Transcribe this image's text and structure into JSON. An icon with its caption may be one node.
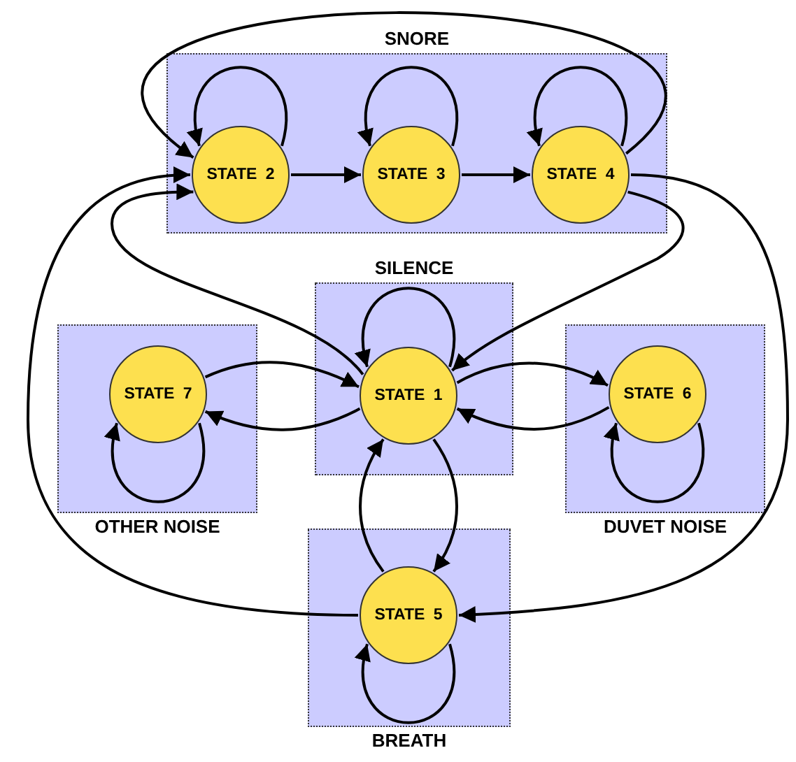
{
  "diagram": {
    "nodes": [
      {
        "text": [
          "SNORE"
        ]
      },
      {
        "text": [
          "STATE 2"
        ],
        "in": 0
      },
      {
        "text": [
          "STATE 3"
        ],
        "in": 0
      },
      {
        "text": [
          "STATE 4"
        ],
        "in": 0
      },
      {
        "text": [
          "SILENCE"
        ]
      },
      {
        "text": [
          "STATE 1"
        ],
        "in": 4
      },
      {
        "text": [
          "OTHER NOISE"
        ]
      },
      {
        "text": [
          "STATE 7"
        ],
        "in": 6
      },
      {
        "text": [
          "DUVET NOISE"
        ]
      },
      {
        "text": [
          "STATE 6"
        ],
        "in": 8
      },
      {
        "text": [
          "BREATH"
        ]
      },
      {
        "text": [
          "STATE 5"
        ],
        "in": 10
      }
    ],
    "edges": [
      {
        "from": 1,
        "to": 1,
        "arrow": "to"
      },
      {
        "from": 2,
        "to": 2,
        "arrow": "to"
      },
      {
        "from": 3,
        "to": 3,
        "arrow": "to"
      },
      {
        "from": 1,
        "to": 2,
        "arrow": "to"
      },
      {
        "from": 2,
        "to": 3,
        "arrow": "to"
      },
      {
        "from": 3,
        "to": 1,
        "arrow": "to"
      },
      {
        "from": 11,
        "to": 1,
        "arrow": "to"
      },
      {
        "from": 5,
        "to": 1,
        "arrow": "to"
      },
      {
        "from": 3,
        "to": 5,
        "arrow": "to"
      },
      {
        "from": 3,
        "to": 11,
        "arrow": "to"
      },
      {
        "from": 5,
        "to": 5,
        "arrow": "to"
      },
      {
        "from": 7,
        "to": 5,
        "arrow": "to"
      },
      {
        "from": 5,
        "to": 7,
        "arrow": "to"
      },
      {
        "from": 5,
        "to": 9,
        "arrow": "to"
      },
      {
        "from": 9,
        "to": 5,
        "arrow": "to"
      },
      {
        "from": 7,
        "to": 7,
        "arrow": "to"
      },
      {
        "from": 9,
        "to": 9,
        "arrow": "to"
      },
      {
        "from": 5,
        "to": 11,
        "arrow": "to"
      },
      {
        "from": 11,
        "to": 5,
        "arrow": "to"
      },
      {
        "from": 11,
        "to": 11,
        "arrow": "to"
      }
    ]
  }
}
